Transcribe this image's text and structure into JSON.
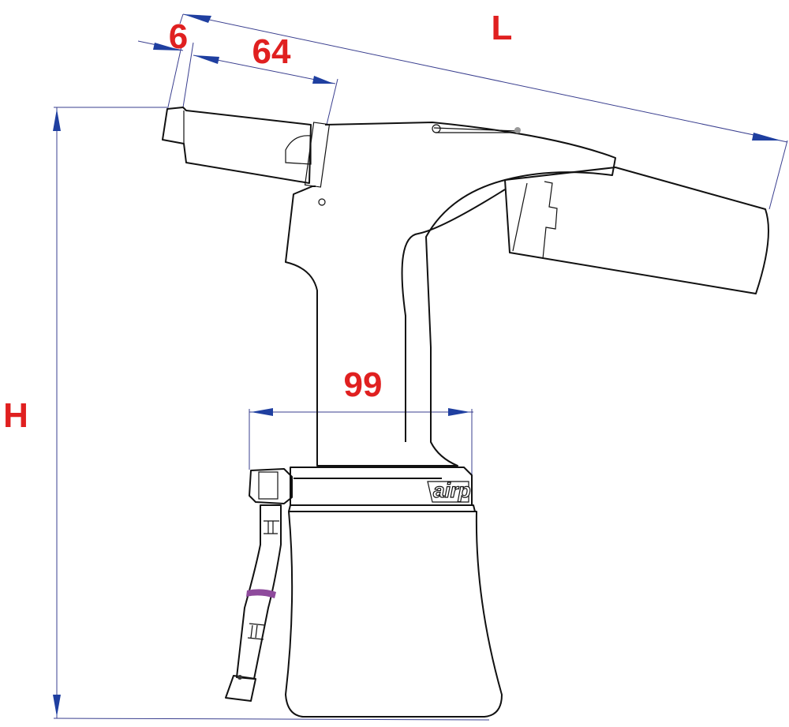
{
  "dimensions": {
    "nose_tip": "6",
    "nose_length": "64",
    "overall_length": "L",
    "height": "H",
    "body_width": "99"
  },
  "logo_text": "airp",
  "colors": {
    "dimension_label": "#e02020",
    "dimension_line": "#3a3f8f",
    "arrow": "#1f3fa0",
    "hose_band": "#8e4a9c"
  }
}
